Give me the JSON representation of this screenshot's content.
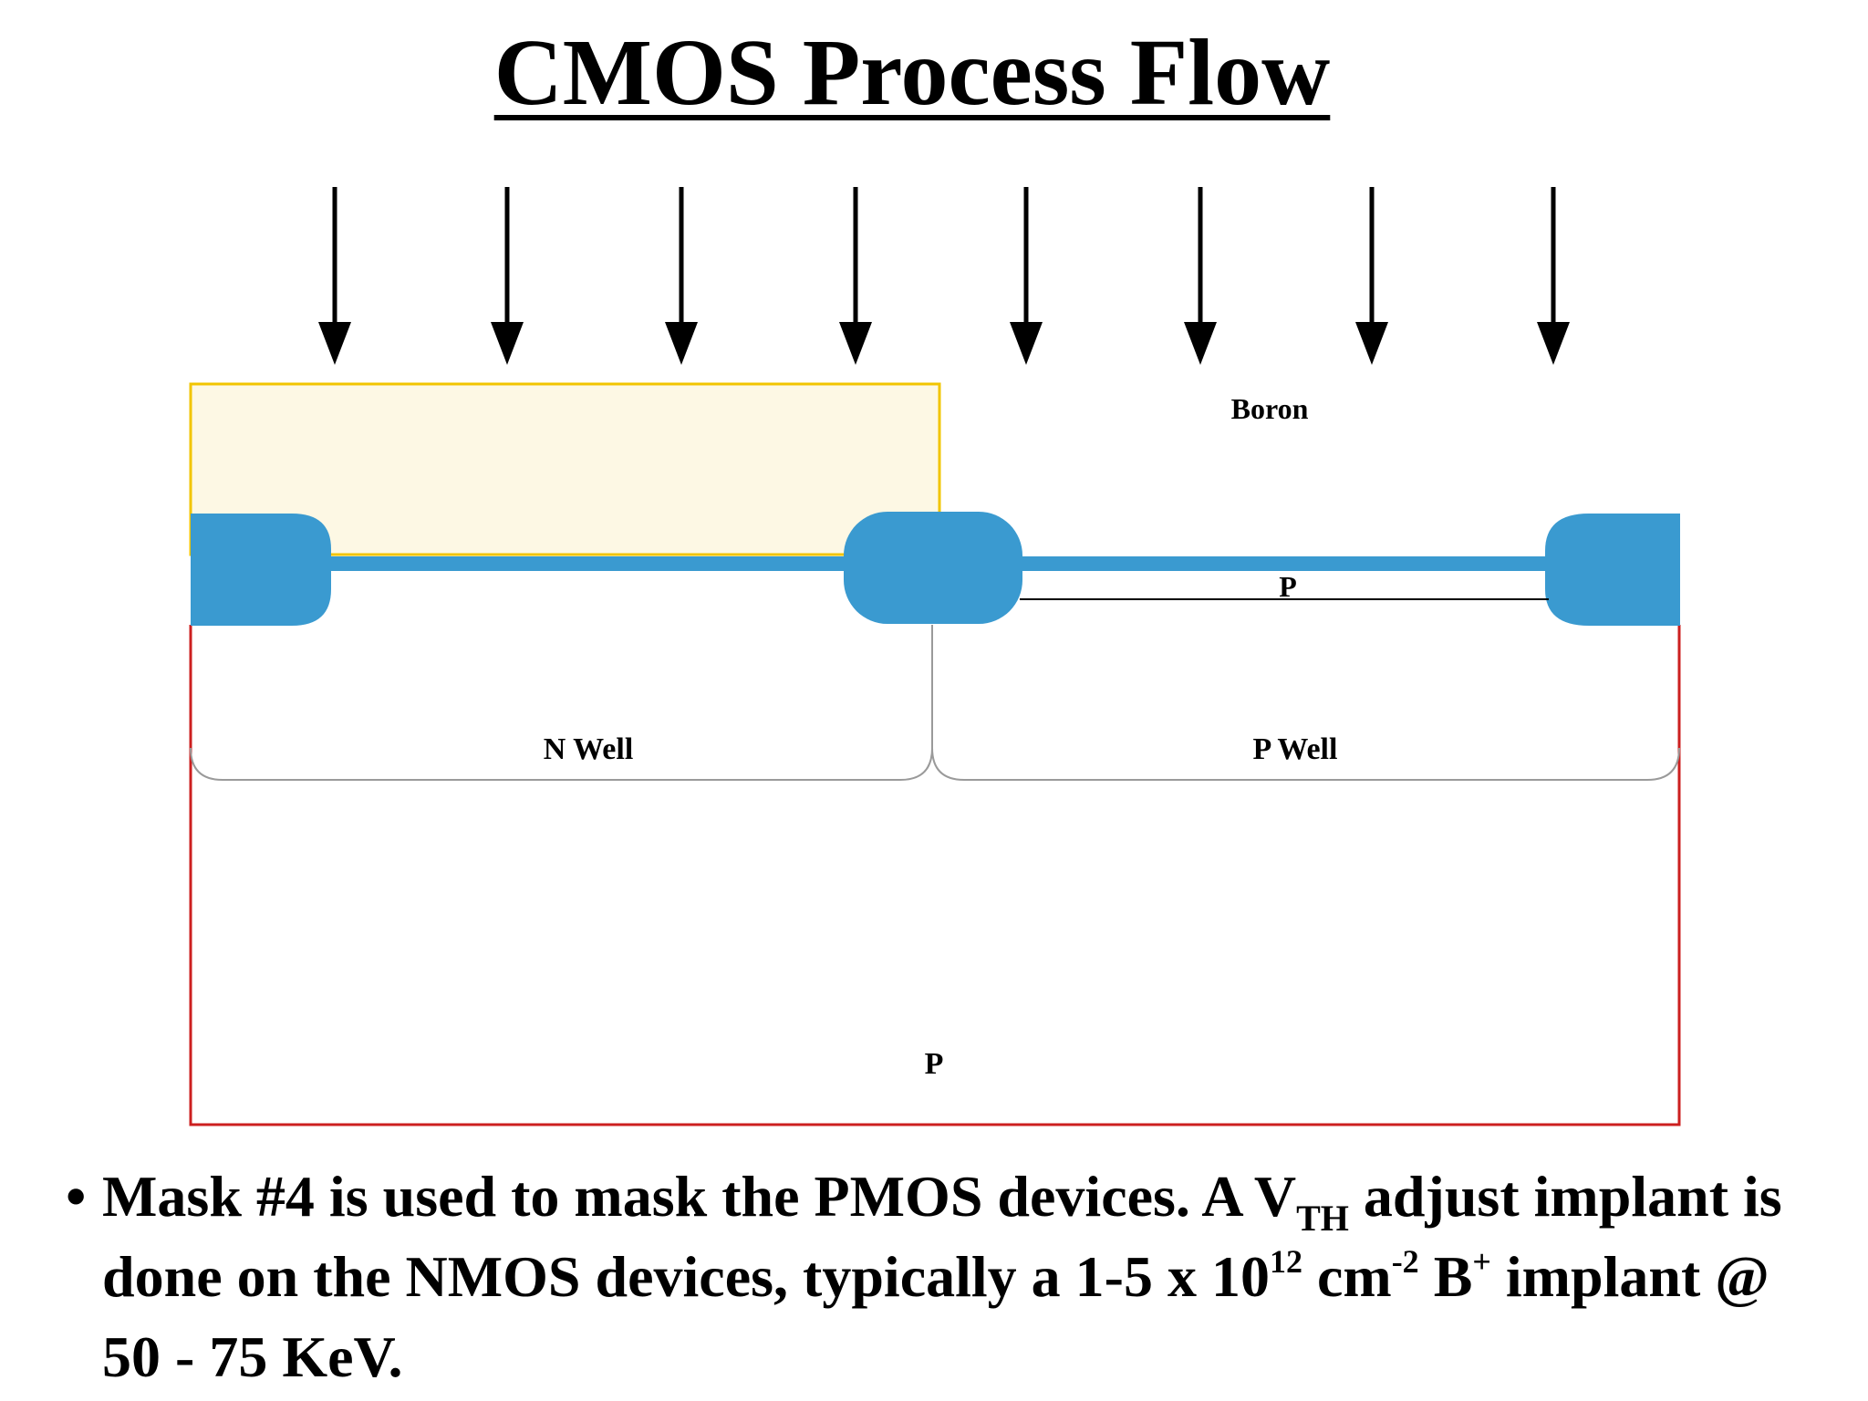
{
  "title": "CMOS Process Flow",
  "labels": {
    "implant_species": "Boron",
    "p_surface": "P",
    "n_well": "N Well",
    "p_well": "P Well",
    "substrate": "P"
  },
  "implant_arrow_count": 8,
  "colors": {
    "field_oxide": "#3a9ad0",
    "photoresist_fill": "#fdf8e4",
    "photoresist_border": "#f2c500",
    "substrate_border": "#cc1f1f",
    "well_boundary": "#9a9a9a",
    "text": "#000000"
  },
  "bullet": {
    "marker": "•",
    "part1": "Mask #4 is used to mask the PMOS devices. A V",
    "vth_sub": "TH",
    "part2": " adjust implant is done on the NMOS devices, typically a 1-5 x 10",
    "exp12": "12",
    "part3": " cm",
    "exp_neg2": "-2",
    "part4": " B",
    "ion_charge": "+",
    "part5": " implant @ 50 - 75 KeV."
  }
}
